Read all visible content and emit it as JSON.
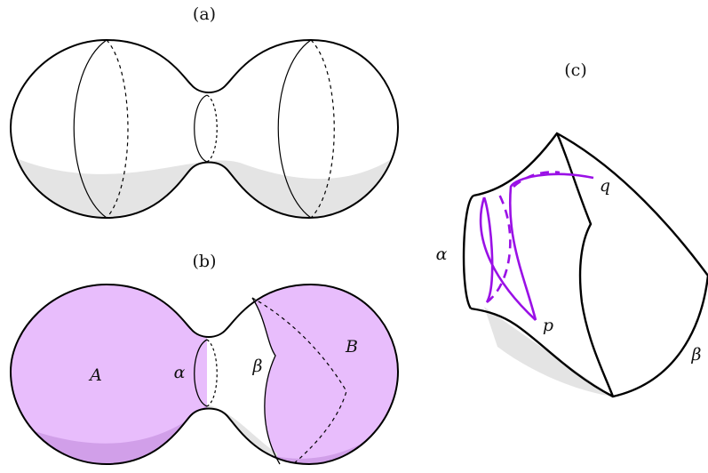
{
  "panels": {
    "a": {
      "label": "(a)"
    },
    "b": {
      "label": "(b)",
      "region_left": "A",
      "region_right": "B",
      "curve_alpha": "α",
      "curve_beta": "β"
    },
    "c": {
      "label": "(c)",
      "curve_alpha": "α",
      "curve_beta": "β",
      "point_p": "p",
      "point_q": "q"
    }
  },
  "colors": {
    "region_fill": "#e8bdfc",
    "region_shadow": "#d19fe9",
    "path": "#9a10e6",
    "shadow": "#e4e4e4",
    "stroke": "#000000"
  }
}
